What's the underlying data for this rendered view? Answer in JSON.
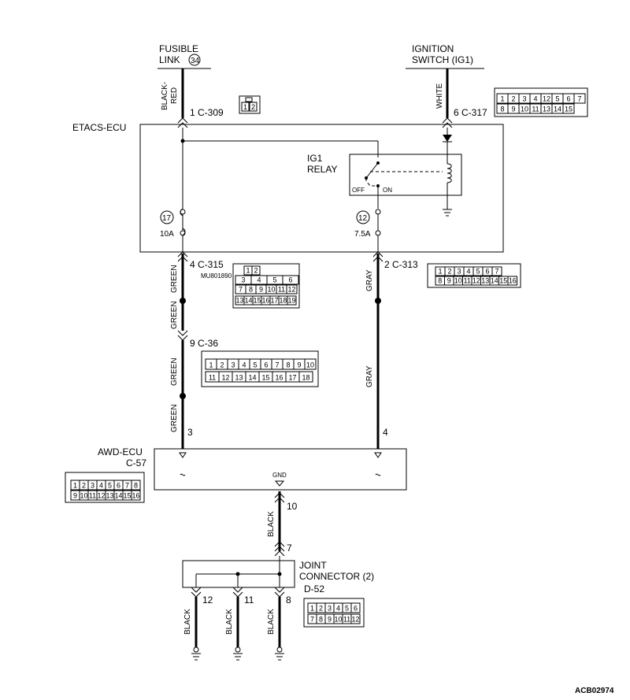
{
  "labels": {
    "fusible_link_1": "FUSIBLE",
    "fusible_link_2": "LINK",
    "fusible_link_num": "34",
    "ignition_switch_1": "IGNITION",
    "ignition_switch_2": "SWITCH (IG1)",
    "etacs_ecu": "ETACS-ECU",
    "ig1_relay_1": "IG1",
    "ig1_relay_2": "RELAY",
    "relay_off": "OFF",
    "relay_on": "ON",
    "fuse17_num": "17",
    "fuse17_rating": "10A",
    "fuse12_num": "12",
    "fuse12_rating": "7.5A",
    "awd_ecu": "AWD-ECU",
    "awd_ecu_connector": "C-57",
    "gnd": "GND",
    "joint_connector_1": "JOINT",
    "joint_connector_2": "CONNECTOR (2)",
    "joint_connector_id": "D-52",
    "part_number": "MU801890",
    "figure_id": "ACB02974"
  },
  "pins": {
    "c309": "1  C-309",
    "c317": "6  C-317",
    "c315": "4  C-315",
    "c313": "2  C-313",
    "c36": "9  C-36",
    "awd3": "3",
    "awd4": "4",
    "gnd10": "10",
    "jc7": "7",
    "jc12": "12",
    "jc11": "11",
    "jc8": "8"
  },
  "wires": {
    "black_red_1": "BLACK-",
    "black_red_2": "RED",
    "white": "WHITE",
    "green_1": "GREEN",
    "green_2": "GREEN",
    "green_3": "GREEN",
    "green_4": "GREEN",
    "gray_1": "GRAY",
    "gray_2": "GRAY",
    "black_1": "BLACK",
    "black_2": "BLACK",
    "black_3": "BLACK",
    "black_4": "BLACK"
  },
  "connectors": {
    "c309_cells": [
      "1",
      "2"
    ],
    "c317_top": [
      "1",
      "2",
      "3",
      "4",
      "12",
      "5",
      "6",
      "7"
    ],
    "c317_bottom": [
      "8",
      "9",
      "10",
      "11",
      "13",
      "14",
      "15"
    ],
    "c315_r1": [
      "1",
      "2"
    ],
    "c315_r2": [
      "3",
      "4",
      "5",
      "6"
    ],
    "c315_r3": [
      "7",
      "8",
      "9",
      "10",
      "11",
      "12"
    ],
    "c315_r4": [
      "13",
      "14",
      "15",
      "16",
      "17",
      "18",
      "19"
    ],
    "c313_top": [
      "1",
      "2",
      "3",
      "4",
      "5",
      "6",
      "7"
    ],
    "c313_bottom": [
      "8",
      "9",
      "10",
      "11",
      "12",
      "13",
      "14",
      "15",
      "16"
    ],
    "c36_top": [
      "1",
      "2",
      "3",
      "4",
      "5",
      "6",
      "7",
      "8",
      "9",
      "10"
    ],
    "c36_bottom": [
      "11",
      "12",
      "13",
      "14",
      "15",
      "16",
      "17",
      "18"
    ],
    "c57_top": [
      "1",
      "2",
      "3",
      "4",
      "5",
      "6",
      "7",
      "8"
    ],
    "c57_bottom": [
      "9",
      "10",
      "11",
      "12",
      "13",
      "14",
      "15",
      "16"
    ],
    "d52_top": [
      "1",
      "2",
      "3",
      "4",
      "5",
      "6"
    ],
    "d52_bottom": [
      "7",
      "8",
      "9",
      "10",
      "11",
      "12"
    ]
  }
}
